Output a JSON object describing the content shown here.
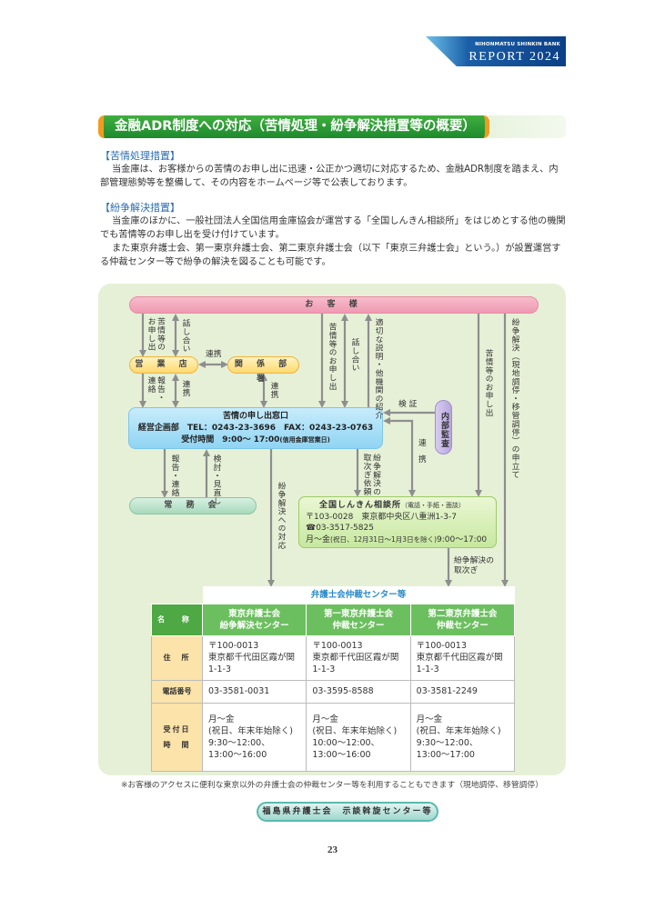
{
  "header": {
    "bank": "NIHONMATSU SHINKIN BANK",
    "report": "REPORT 2024"
  },
  "title": "金融ADR制度への対応（苦情処理・紛争解決措置等の概要）",
  "sections": [
    {
      "heading": "【苦情処理措置】",
      "paragraphs": [
        "当金庫は、お客様からの苦情のお申し出に迅速・公正かつ適切に対応するため、金融ADR制度を踏まえ、内部管理態勢等を整備して、その内容をホームページ等で公表しております。"
      ]
    },
    {
      "heading": "【紛争解決措置】",
      "paragraphs": [
        "当金庫のほかに、一般社団法人全国信用金庫協会が運営する「全国しんきん相談所」をはじめとする他の機関でも苦情等のお申し出を受け付けています。",
        "また東京弁護士会、第一東京弁護士会、第二東京弁護士会（以下「東京三弁護士会」という。）が設置運営する仲裁センター等で紛争の解決を図ることも可能です。"
      ]
    }
  ],
  "diagram": {
    "customer": "お 客 様",
    "branch": "営 業 店",
    "dept": "関 係 部 署",
    "window": {
      "title": "苦情の申し出窓口",
      "line": "経営企画部　TEL：0243-23-3696　FAX：0243-23-0763",
      "hours": "受付時間　9:00～ 17:00",
      "hours_note": "(信用金庫営業日)"
    },
    "audit": "内部監査",
    "board": "常 務 会",
    "zenkoku": {
      "title": "全国しんきん相談所",
      "title_note": "（電話・手紙・面談）",
      "address": "〒103-0028　東京都中央区八重洲1-3-7",
      "phone": "☎03-3517-5825",
      "hours": "月～金",
      "hours_note": "(祝日、12月31日～1月3日を除く)",
      "hours_time": "9:00～17:00"
    },
    "labels": {
      "complaint1": "苦情等の\nお申し出",
      "talk1": "話し合い",
      "renkei_h": "連携",
      "report1": "報告・\n連絡",
      "renkei1": "連携",
      "renkei2": "連携",
      "complaint2": "苦情等のお申し出",
      "talk2": "話し合い",
      "explain": "適切な説明・他機関の紹介",
      "verify": "検 証",
      "renkei3": "連\n\n携",
      "complaint3": "苦情等のお申し出",
      "petition": "紛争解決（現地調停・移管調停）の申立て",
      "report2": "報告・連絡",
      "review": "検討・見直し",
      "response": "紛争解決への対応",
      "forward_req": "紛争解決の\n取次ぎ依頼",
      "forward": "紛争解決の\n取次ぎ"
    }
  },
  "table": {
    "caption": "弁護士会仲裁センター等",
    "header_label": "名 称",
    "columns": [
      "東京弁護士会\n紛争解決センター",
      "第一東京弁護士会\n仲裁センター",
      "第二東京弁護士会\n仲裁センター"
    ],
    "rows": [
      {
        "label": "住　所",
        "cells": [
          "〒100-0013\n東京都千代田区霞が関\n1-1-3",
          "〒100-0013\n東京都千代田区霞が関\n1-1-3",
          "〒100-0013\n東京都千代田区霞が関\n1-1-3"
        ]
      },
      {
        "label": "電話番号",
        "cells": [
          "03-3581-0031",
          "03-3595-8588",
          "03-3581-2249"
        ]
      },
      {
        "label": "受付日\n時　間",
        "cells": [
          "月～金\n(祝日、年末年始除く)\n9:30～12:00、\n13:00～16:00",
          "月～金\n(祝日、年末年始除く)\n10:00～12:00、\n13:00～16:00",
          "月～金\n(祝日、年末年始除く)\n9:30～12:00、\n13:00～17:00"
        ]
      }
    ]
  },
  "note": "※お客様のアクセスに便利な東京以外の弁護士会の仲裁センター等を利用することもできます（現地調停、移管調停）",
  "fukushima_button": "福島県弁護士会　示談斡旋センター等",
  "page_number": "23"
}
